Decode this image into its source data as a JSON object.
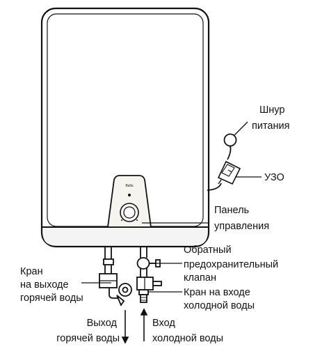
{
  "labels": {
    "power_cord": [
      "Шнур",
      "питания"
    ],
    "rcd": "УЗО",
    "control_panel": [
      "Панель",
      "управления"
    ],
    "check_valve": [
      "Обратный",
      "предохранительный",
      "клапан"
    ],
    "hot_tap": [
      "Кран",
      "на выходе",
      "горячей воды"
    ],
    "cold_tap": [
      "Кран на входе",
      "холодной воды"
    ],
    "hot_outlet": [
      "Выход",
      "горячей воды"
    ],
    "cold_inlet": [
      "Вход",
      "холодной воды"
    ]
  },
  "brand_logo": "Ballu",
  "colors": {
    "line": "#111111",
    "tank_fill": "#ffffff",
    "bottom_band": "#f4f4f4",
    "panel_fill": "#f6f4ee",
    "background": "#ffffff"
  }
}
